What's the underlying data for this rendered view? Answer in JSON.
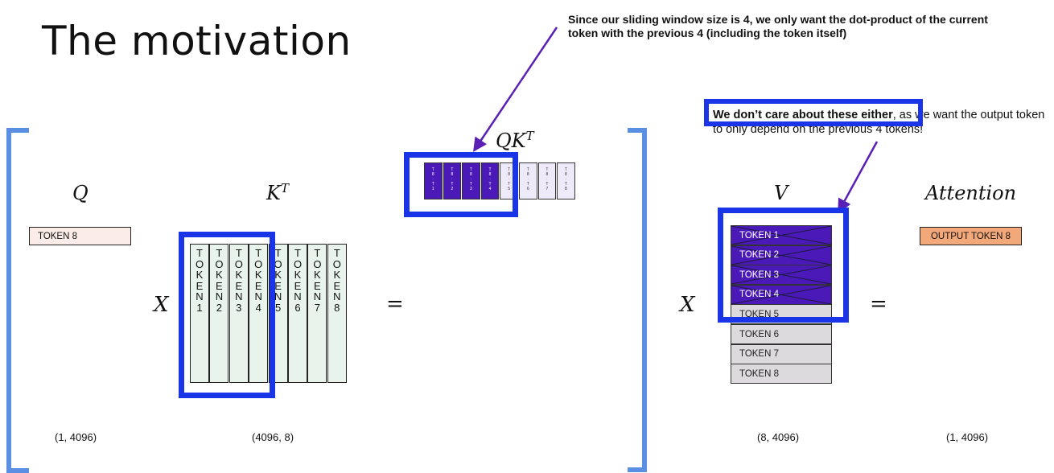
{
  "title": "The motivation",
  "annotation_top": "Since our sliding window size is 4, we only want the dot-product of the current token with the previous 4 (including the token itself)",
  "annotation_v_bold": "We don’t care about these either",
  "annotation_v_rest": ", as we want the output token to only depend on the previous 4 tokens!",
  "labels": {
    "q": "Q",
    "kt_base": "K",
    "kt_sup": "T",
    "qkt_base": "QK",
    "qkt_sup": "T",
    "v": "V",
    "attention": "Attention"
  },
  "operators": {
    "x1": "X",
    "eq1": "=",
    "x2": "X",
    "eq2": "="
  },
  "q_token": "TOKEN 8",
  "k_columns": [
    {
      "letters": [
        "T",
        "O",
        "K",
        "E",
        "N",
        "1"
      ]
    },
    {
      "letters": [
        "T",
        "O",
        "K",
        "E",
        "N",
        "2"
      ]
    },
    {
      "letters": [
        "T",
        "O",
        "K",
        "E",
        "N",
        "3"
      ]
    },
    {
      "letters": [
        "T",
        "O",
        "K",
        "E",
        "N",
        "4"
      ]
    },
    {
      "letters": [
        "T",
        "O",
        "K",
        "E",
        "N",
        "5"
      ]
    },
    {
      "letters": [
        "T",
        "O",
        "K",
        "E",
        "N",
        "6"
      ]
    },
    {
      "letters": [
        "T",
        "O",
        "K",
        "E",
        "N",
        "7"
      ]
    },
    {
      "letters": [
        "T",
        "O",
        "K",
        "E",
        "N",
        "8"
      ]
    }
  ],
  "qkt_cells": [
    {
      "lines": [
        "T",
        "8",
        "·",
        "T",
        "1"
      ],
      "highlight": true
    },
    {
      "lines": [
        "T",
        "8",
        "·",
        "T",
        "2"
      ],
      "highlight": true
    },
    {
      "lines": [
        "T",
        "8",
        "·",
        "T",
        "3"
      ],
      "highlight": true
    },
    {
      "lines": [
        "T",
        "8",
        "·",
        "T",
        "4"
      ],
      "highlight": true
    },
    {
      "lines": [
        "T",
        "8",
        "·",
        "T",
        "5"
      ],
      "highlight": false
    },
    {
      "lines": [
        "T",
        "8",
        "·",
        "T",
        "6"
      ],
      "highlight": false
    },
    {
      "lines": [
        "T",
        "8",
        "·",
        "T",
        "7"
      ],
      "highlight": false
    },
    {
      "lines": [
        "T",
        "8",
        "·",
        "T",
        "8"
      ],
      "highlight": false
    }
  ],
  "v_rows": [
    {
      "label": "TOKEN 1",
      "highlight": true
    },
    {
      "label": "TOKEN 2",
      "highlight": true
    },
    {
      "label": "TOKEN 3",
      "highlight": true
    },
    {
      "label": "TOKEN 4",
      "highlight": true
    },
    {
      "label": "TOKEN 5",
      "highlight": false
    },
    {
      "label": "TOKEN 6",
      "highlight": false
    },
    {
      "label": "TOKEN 7",
      "highlight": false
    },
    {
      "label": "TOKEN 8",
      "highlight": false
    }
  ],
  "output_token": "OUTPUT TOKEN 8",
  "dims": {
    "q": "(1, 4096)",
    "kt": "(4096, 8)",
    "v": "(8, 4096)",
    "out": "(1, 4096)"
  },
  "colors": {
    "purple": "#4b19b8",
    "light_purple": "#efeafa",
    "mint": "#e8f3ec",
    "pink": "#fbece8",
    "grey": "#dcdadd",
    "orange": "#f3a879",
    "blue_box": "#1a35e8",
    "bracket": "#5b8fe3",
    "arrow": "#5a1fb5"
  }
}
